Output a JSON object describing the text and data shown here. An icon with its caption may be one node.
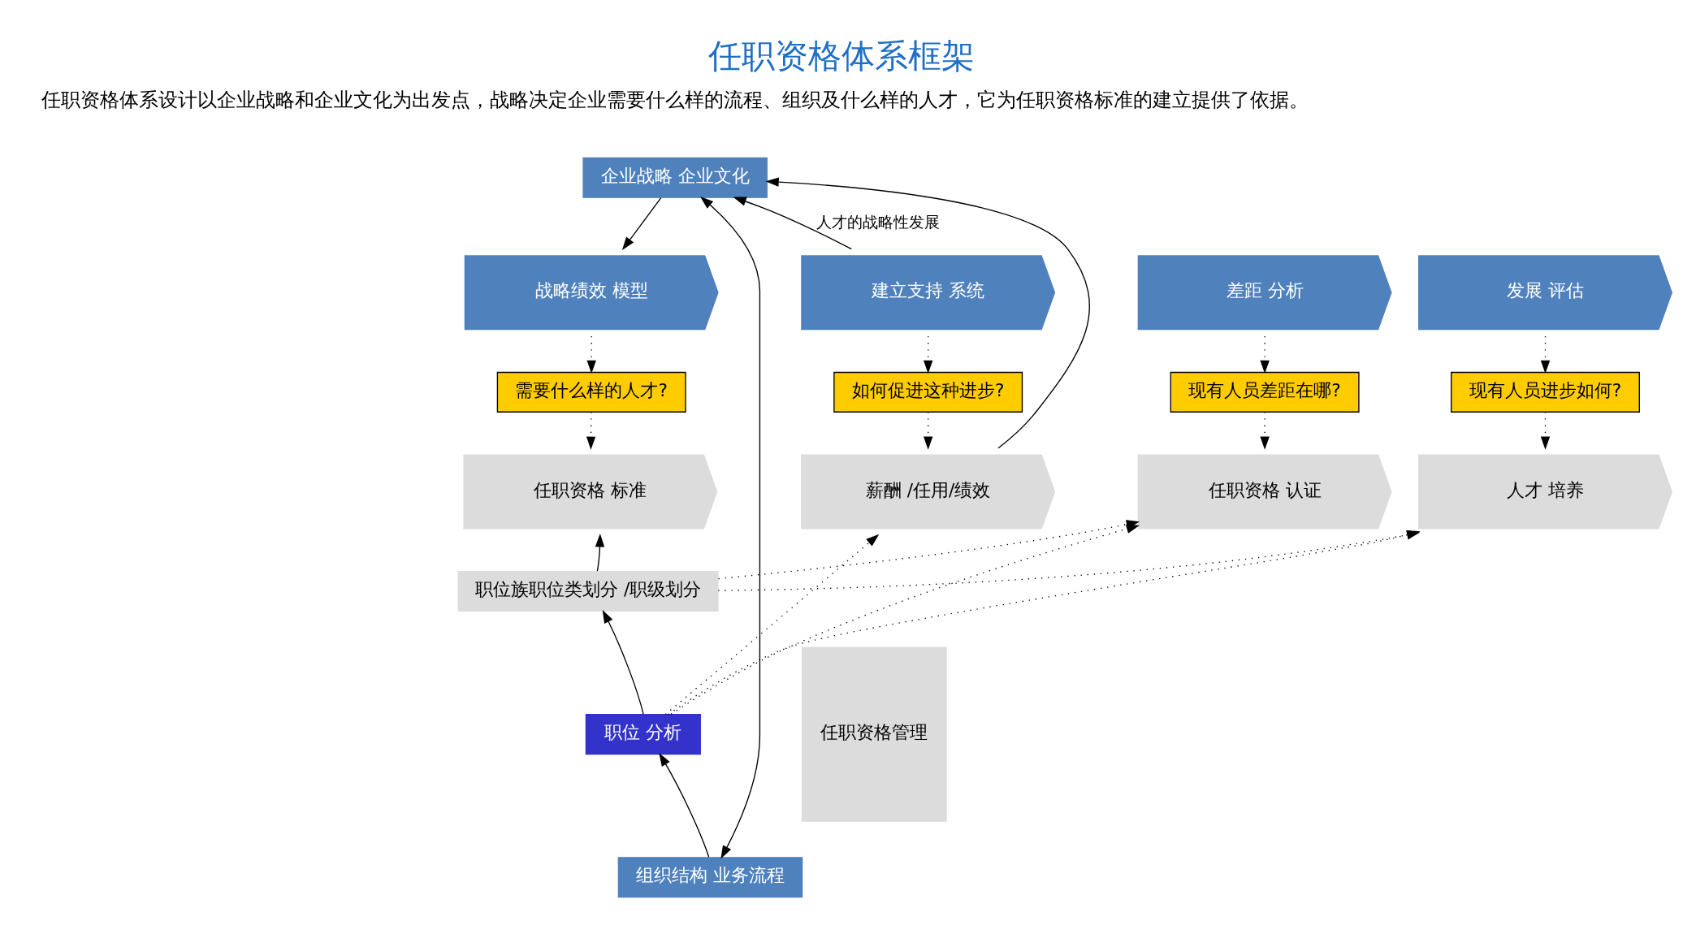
{
  "diagram": {
    "title": "任职资格体系框架",
    "nodes": [
      {
        "text": [
          "企业战略 企业文化"
        ]
      },
      {
        "text": [
          "战略绩效 模型"
        ]
      },
      {
        "text": [
          "差距 分析"
        ]
      },
      {
        "text": [
          "发展 评估"
        ]
      },
      {
        "text": [
          "建立支持 系统"
        ]
      },
      {
        "text": [
          "需要什么样的人才?"
        ]
      },
      {
        "text": [
          "现有人员差距在哪?"
        ]
      },
      {
        "text": [
          "现有人员进步如何?"
        ]
      },
      {
        "text": [
          "如何促进这种进步?"
        ]
      },
      {
        "text": [
          "任职资格 标准"
        ]
      },
      {
        "text": [
          "任职资格 认证"
        ]
      },
      {
        "text": [
          "人才 培养"
        ]
      },
      {
        "text": [
          "薪酬 /任用/绩效"
        ]
      },
      {
        "text": [
          "职位族职位类划分 /职级划分"
        ]
      },
      {
        "text": [
          "职位 分析"
        ]
      },
      {
        "text": [
          "组织结构 业务流程"
        ]
      },
      {
        "text": [
          "任职资格管理"
        ]
      }
    ],
    "edges": [
      {
        "from": 0,
        "to": 1,
        "arrow": "to"
      },
      {
        "from": 1,
        "to": 5,
        "arrow": "to",
        "style": "dashed"
      },
      {
        "from": 2,
        "to": 6,
        "arrow": "to",
        "style": "dashed"
      },
      {
        "from": 3,
        "to": 7,
        "arrow": "to",
        "style": "dashed"
      },
      {
        "from": 4,
        "to": 8,
        "arrow": "to",
        "style": "dashed"
      },
      {
        "from": 5,
        "to": 9,
        "arrow": "to",
        "style": "dashed"
      },
      {
        "from": 6,
        "to": 10,
        "arrow": "to",
        "style": "dashed"
      },
      {
        "from": 7,
        "to": 11,
        "arrow": "to",
        "style": "dashed"
      },
      {
        "from": 8,
        "to": 12,
        "arrow": "to",
        "style": "dashed"
      },
      {
        "from": 13,
        "to": 9,
        "arrow": "to"
      },
      {
        "from": 14,
        "to": 13,
        "arrow": "to"
      },
      {
        "from": 15,
        "to": 14,
        "arrow": "to"
      },
      {
        "from": 13,
        "to": 10,
        "arrow": "to",
        "style": "dashed"
      },
      {
        "from": 13,
        "to": 11,
        "arrow": "to",
        "style": "dashed"
      },
      {
        "from": 14,
        "to": 10,
        "arrow": "to",
        "style": "dashed"
      },
      {
        "from": 14,
        "to": 11,
        "arrow": "to",
        "style": "dashed"
      },
      {
        "from": 14,
        "to": 12,
        "arrow": "to",
        "style": "dashed"
      },
      {
        "from": 4,
        "to": 0,
        "arrow": "to",
        "label": "人才的战略性发展"
      },
      {
        "from": 12,
        "to": 0,
        "arrow": "to"
      },
      {
        "from": 0,
        "to": 15,
        "arrow": "both"
      }
    ],
    "labels": [
      "任职资格体系设计以企业战略和企业文化为出发点，战略决定企业需要什么样的流程、组织及什么样的人才，它为任职资格标准的建立提供了依据。"
    ]
  }
}
